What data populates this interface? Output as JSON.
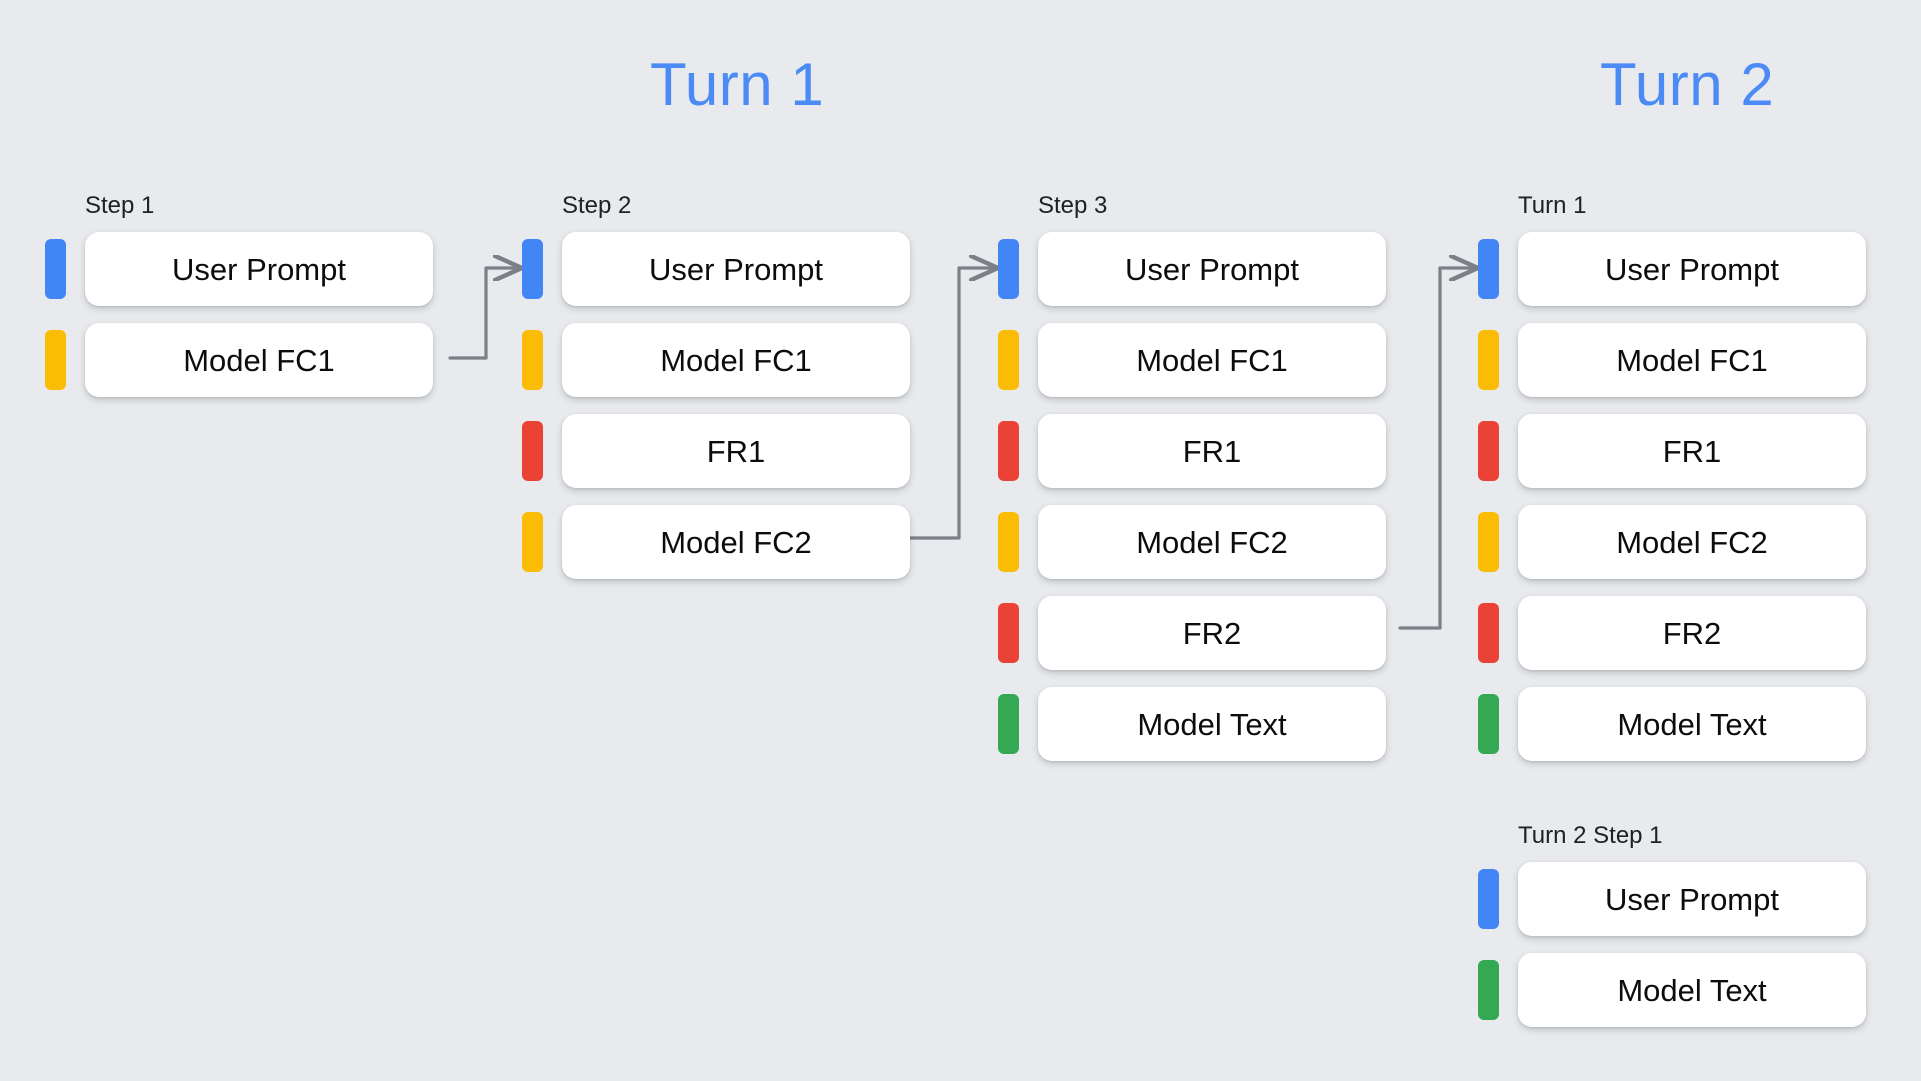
{
  "background_color": "#e8eaed",
  "palette": {
    "blue": "#4285f4",
    "yellow": "#fbbc04",
    "red": "#ea4335",
    "green": "#34a853",
    "heading_blue": "#4c8bf5",
    "arrow_gray": "#7a8085",
    "card_white": "#ffffff",
    "text_black": "#0c0c0c"
  },
  "headings": {
    "turn1": "Turn 1",
    "turn2": "Turn 2"
  },
  "columns": [
    {
      "id": "step1",
      "label": "Step 1",
      "rows": [
        {
          "label": "User Prompt",
          "color": "blue"
        },
        {
          "label": "Model FC1",
          "color": "yellow"
        }
      ]
    },
    {
      "id": "step2",
      "label": "Step 2",
      "rows": [
        {
          "label": "User Prompt",
          "color": "blue"
        },
        {
          "label": "Model FC1",
          "color": "yellow"
        },
        {
          "label": "FR1",
          "color": "red"
        },
        {
          "label": "Model FC2",
          "color": "yellow"
        }
      ]
    },
    {
      "id": "step3",
      "label": "Step 3",
      "rows": [
        {
          "label": "User Prompt",
          "color": "blue"
        },
        {
          "label": "Model FC1",
          "color": "yellow"
        },
        {
          "label": "FR1",
          "color": "red"
        },
        {
          "label": "Model FC2",
          "color": "yellow"
        },
        {
          "label": "FR2",
          "color": "red"
        },
        {
          "label": "Model Text",
          "color": "green"
        }
      ]
    },
    {
      "id": "t2turn1",
      "label": "Turn 1",
      "rows": [
        {
          "label": "User Prompt",
          "color": "blue"
        },
        {
          "label": "Model FC1",
          "color": "yellow"
        },
        {
          "label": "FR1",
          "color": "red"
        },
        {
          "label": "Model FC2",
          "color": "yellow"
        },
        {
          "label": "FR2",
          "color": "red"
        },
        {
          "label": "Model Text",
          "color": "green"
        }
      ]
    },
    {
      "id": "t2step1",
      "label": "Turn 2 Step 1",
      "rows": [
        {
          "label": "User Prompt",
          "color": "blue"
        },
        {
          "label": "Model Text",
          "color": "green"
        }
      ]
    }
  ],
  "arrows": [
    {
      "id": "arrow-step1-to-step2",
      "from": "Step 1 Model FC1",
      "to": "Step 2 User Prompt"
    },
    {
      "id": "arrow-step2-to-step3",
      "from": "Step 2 Model FC2",
      "to": "Step 3 User Prompt"
    },
    {
      "id": "arrow-step3-to-turn1",
      "from": "Step 3 FR2",
      "to": "Turn 2 Turn 1 User Prompt"
    }
  ]
}
